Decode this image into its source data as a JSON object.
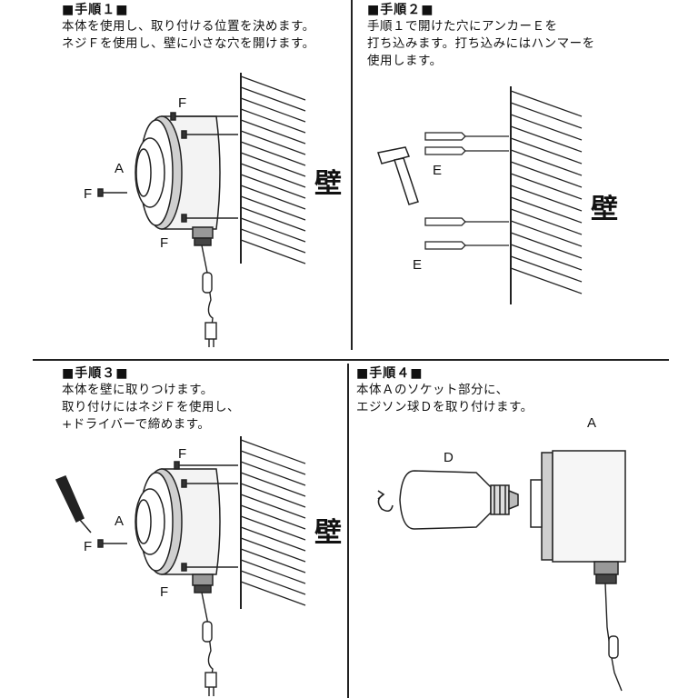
{
  "step1": {
    "title": "■手順１■",
    "lines": [
      "本体を使用し、取り付ける位置を決めます。",
      "ネジＦを使用し、壁に小さな穴を開けます。"
    ],
    "labels": {
      "a": "A",
      "f": "F",
      "wall": "壁"
    }
  },
  "step2": {
    "title": "■手順２■",
    "lines": [
      "手順１で開けた穴にアンカーＥを",
      "打ち込みます。打ち込みにはハンマーを",
      "使用します。"
    ],
    "labels": {
      "e": "E",
      "wall": "壁"
    }
  },
  "step3": {
    "title": "■手順３■",
    "lines": [
      "本体を壁に取りつけます。",
      "取り付けにはネジＦを使用し、",
      "+ドライバーで締めます。"
    ],
    "labels": {
      "a": "A",
      "f": "F",
      "wall": "壁"
    }
  },
  "step4": {
    "title": "■手順４■",
    "lines": [
      "本体Ａのソケット部分に、",
      "エジソン球Ｄを取り付けます。"
    ],
    "labels": {
      "a": "A",
      "d": "D"
    }
  }
}
